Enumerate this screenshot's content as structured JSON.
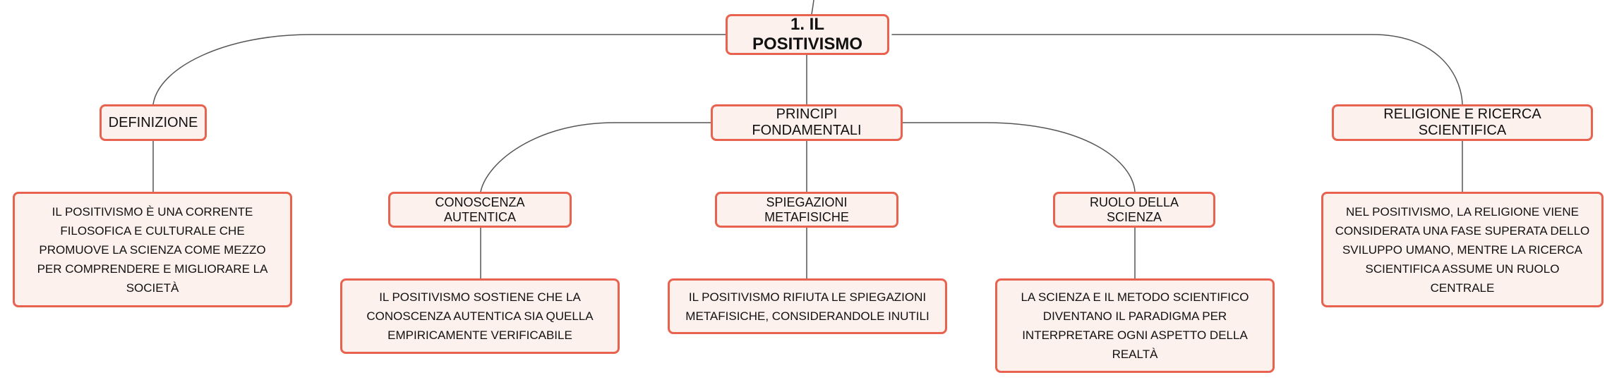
{
  "colors": {
    "node_border": "#e8634f",
    "node_fill": "#fdf1ee",
    "connector": "#555555",
    "text": "#111111"
  },
  "root": {
    "label": "1. IL POSITIVISMO"
  },
  "topics": {
    "definizione": {
      "label": "DEFINIZIONE",
      "detail": "IL POSITIVISMO È UNA CORRENTE FILOSOFICA E CULTURALE CHE PROMUOVE LA SCIENZA COME MEZZO PER COMPRENDERE E MIGLIORARE LA SOCIETÀ"
    },
    "principi": {
      "label": "PRINCIPI FONDAMENTALI",
      "children": {
        "conoscenza": {
          "label": "CONOSCENZA AUTENTICA",
          "detail": "IL POSITIVISMO SOSTIENE CHE LA CONOSCENZA AUTENTICA SIA QUELLA EMPIRICAMENTE VERIFICABILE"
        },
        "spiegazioni": {
          "label": "SPIEGAZIONI METAFISICHE",
          "detail": "IL POSITIVISMO RIFIUTA LE SPIEGAZIONI METAFISICHE, CONSIDERANDOLE INUTILI"
        },
        "ruolo": {
          "label": "RUOLO DELLA SCIENZA",
          "detail": "LA SCIENZA E IL METODO SCIENTIFICO DIVENTANO IL PARADIGMA PER INTERPRETARE OGNI ASPETTO DELLA REALTÀ"
        }
      }
    },
    "religione": {
      "label": "RELIGIONE E RICERCA SCIENTIFICA",
      "detail": "NEL POSITIVISMO, LA RELIGIONE VIENE CONSIDERATA UNA FASE SUPERATA DELLO SVILUPPO UMANO, MENTRE LA RICERCA SCIENTIFICA ASSUME UN RUOLO CENTRALE"
    }
  }
}
